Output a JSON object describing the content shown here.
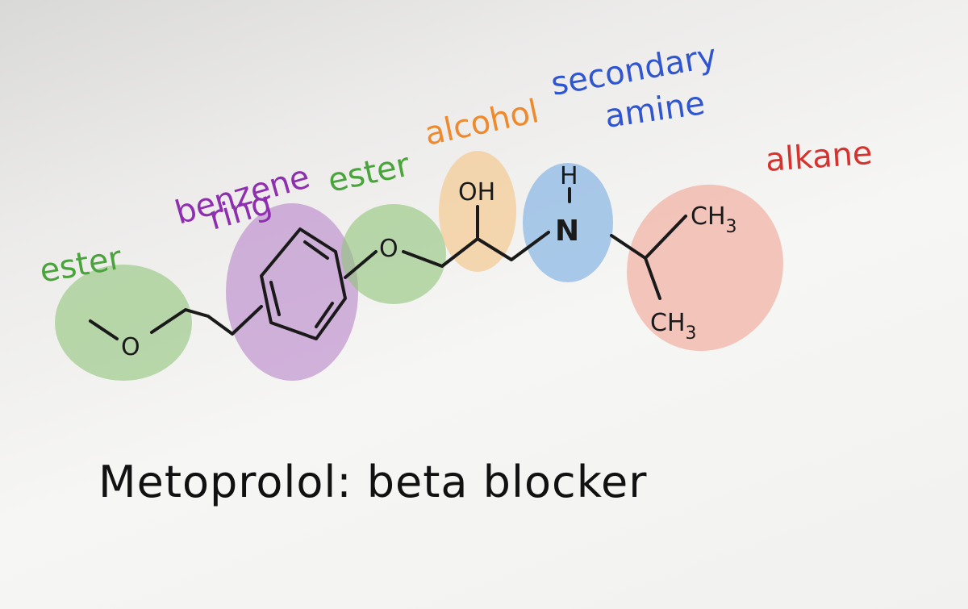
{
  "title": "Metoprolol: beta blocker",
  "colors": {
    "ester_region": "#8fc47a",
    "benzene_region": "#b784c9",
    "alcohol_region": "#f5c68a",
    "amine_region": "#7fb0e4",
    "alkane_region": "#f2a493",
    "ester_label": "#4aa43c",
    "benzene_label": "#8e2fb0",
    "alcohol_label": "#ee8a2c",
    "amine_label": "#2f56d0",
    "alkane_label": "#d7322e",
    "bond": "#1a1a1a"
  },
  "labels": {
    "ester_left": "ester",
    "benzene_line1": "benzene",
    "benzene_line2": "ring",
    "ester_mid": "ester",
    "alcohol": "alcohol",
    "amine_line1": "secondary",
    "amine_line2": "amine",
    "alkane": "alkane"
  },
  "atoms": {
    "o_left": "O",
    "o_mid": "O",
    "oh": "OH",
    "h": "H",
    "n": "N",
    "ch3_top": "CH",
    "ch3_top_sub": "3",
    "ch3_bottom": "CH",
    "ch3_bottom_sub": "3"
  }
}
